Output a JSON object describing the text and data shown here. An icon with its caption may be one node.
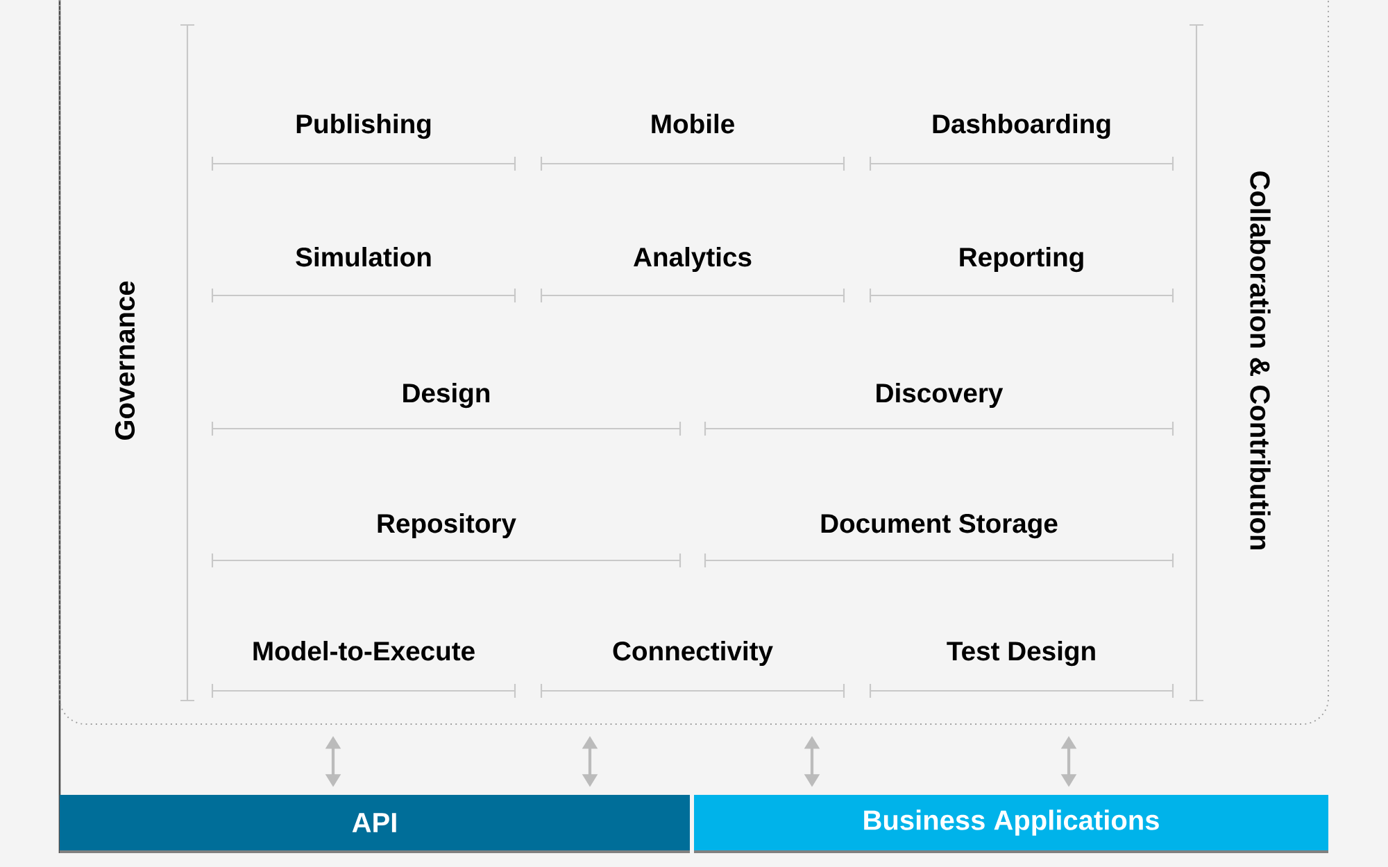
{
  "diagram": {
    "nodes": [
      {
        "text": [],
        "shape": "box"
      },
      {
        "text": [
          "Publishing"
        ],
        "in": 0
      },
      {
        "text": [
          "Mobile"
        ],
        "in": 0
      },
      {
        "text": [
          "Dashboarding"
        ],
        "in": 0
      },
      {
        "text": [
          "Simulation"
        ],
        "in": 0
      },
      {
        "text": [
          "Analytics"
        ],
        "in": 0
      },
      {
        "text": [
          "Reporting"
        ],
        "in": 0
      },
      {
        "text": [
          "Design"
        ],
        "in": 0
      },
      {
        "text": [
          "Discovery"
        ],
        "in": 0
      },
      {
        "text": [
          "Repository"
        ],
        "in": 0
      },
      {
        "text": [
          "Document Storage"
        ],
        "in": 0
      },
      {
        "text": [
          "Model-to-Execute"
        ],
        "in": 0
      },
      {
        "text": [
          "Connectivity"
        ],
        "in": 0
      },
      {
        "text": [
          "Test Design"
        ],
        "in": 0
      },
      {
        "text": [
          "API"
        ]
      },
      {
        "text": [
          "Business Applications"
        ]
      }
    ],
    "edges": [
      {
        "from": 0,
        "to": 14,
        "arrow": "both"
      },
      {
        "from": 0,
        "to": 14,
        "arrow": "both"
      },
      {
        "from": 0,
        "to": 15,
        "arrow": "both"
      },
      {
        "from": 0,
        "to": 15,
        "arrow": "both"
      }
    ],
    "labels": [
      "Governance",
      "Collaboration & Contribution"
    ]
  }
}
